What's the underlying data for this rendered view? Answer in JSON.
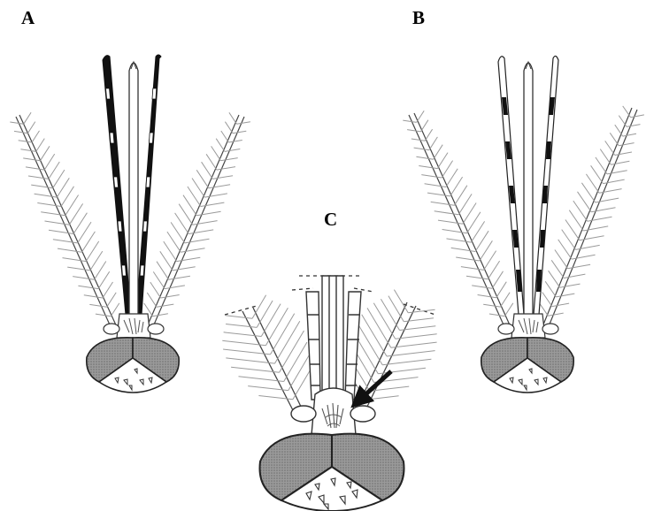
{
  "figure": {
    "panels": [
      {
        "id": "A",
        "label": "A"
      },
      {
        "id": "B",
        "label": "B"
      },
      {
        "id": "C",
        "label": "C"
      }
    ]
  },
  "colors": {
    "line": "#333333",
    "hair": "#9a9a9a",
    "dark_band": "#111111",
    "eye_fill": "#8c8c8c",
    "background": "#ffffff"
  }
}
